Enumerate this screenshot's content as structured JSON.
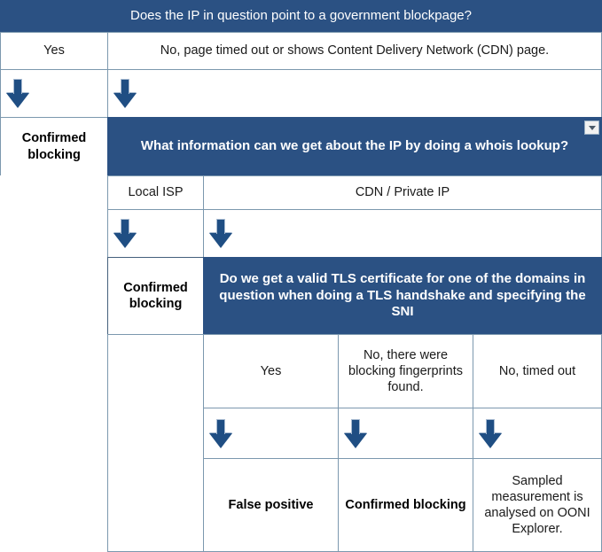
{
  "flow": {
    "title_row": {
      "question": "Does the IP in question point to a government blockpage?"
    },
    "level1": {
      "answer_yes": "Yes",
      "answer_no": "No, page timed out or shows Content Delivery Network (CDN) page.",
      "verdict_yes": "Confirmed blocking"
    },
    "level2": {
      "question": "What information can we get about the IP by doing a whois lookup?",
      "answer_local_isp": "Local ISP",
      "answer_cdn": "CDN / Private IP",
      "verdict_local_isp": "Confirmed blocking"
    },
    "level3": {
      "question": "Do we get a valid TLS certificate for one of the domains in question when doing a TLS handshake and specifying the SNI",
      "answers": [
        "Yes",
        "No, there were blocking fingerprints found.",
        "No, timed out"
      ],
      "verdicts": [
        "False positive",
        "Confirmed blocking",
        "Sampled measurement is analysed on OONI Explorer."
      ]
    },
    "icons": {
      "arrow": "down-arrow-icon",
      "filter": "filter-dropdown-icon"
    },
    "colors": {
      "header_blue": "#2b5183",
      "arrow_blue": "#1f4e83",
      "grid_line": "#7c98ae",
      "text": "#1a1a1a"
    }
  }
}
